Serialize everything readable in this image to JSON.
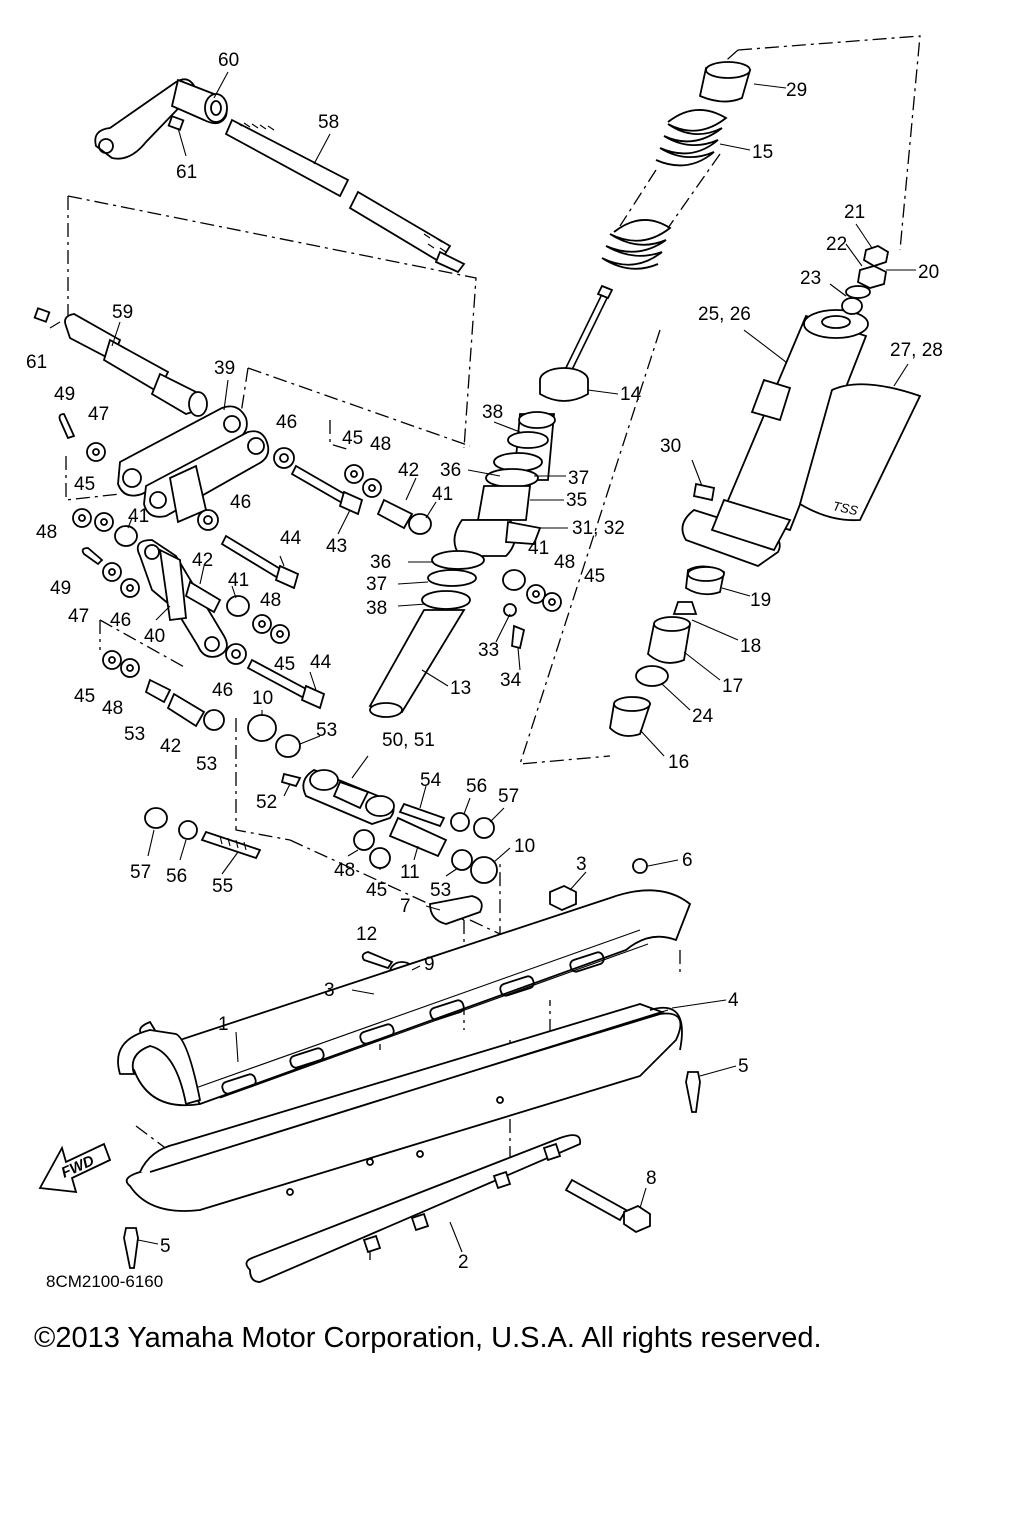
{
  "diagram": {
    "callouts": {
      "c1": "1",
      "c2": "2",
      "c3a": "3",
      "c3b": "3",
      "c4": "4",
      "c5a": "5",
      "c5b": "5",
      "c6": "6",
      "c7": "7",
      "c8": "8",
      "c9": "9",
      "c10a": "10",
      "c10b": "10",
      "c11": "11",
      "c12": "12",
      "c13": "13",
      "c14": "14",
      "c15": "15",
      "c16": "16",
      "c17": "17",
      "c18": "18",
      "c19": "19",
      "c20": "20",
      "c21": "21",
      "c22": "22",
      "c23": "23",
      "c24": "24",
      "c2526": "25, 26",
      "c2728": "27, 28",
      "c29": "29",
      "c30": "30",
      "c3132": "31, 32",
      "c33": "33",
      "c34": "34",
      "c35": "35",
      "c36a": "36",
      "c36b": "36",
      "c37a": "37",
      "c37b": "37",
      "c38a": "38",
      "c38b": "38",
      "c39": "39",
      "c40": "40",
      "c41a": "41",
      "c41b": "41",
      "c41c": "41",
      "c41d": "41",
      "c42a": "42",
      "c42b": "42",
      "c42c": "42",
      "c43": "43",
      "c44a": "44",
      "c44b": "44",
      "c45a": "45",
      "c45b": "45",
      "c45c": "45",
      "c45d": "45",
      "c45e": "45",
      "c45f": "45",
      "c46a": "46",
      "c46b": "46",
      "c46c": "46",
      "c46d": "46",
      "c47a": "47",
      "c47b": "47",
      "c48a": "48",
      "c48b": "48",
      "c48c": "48",
      "c48d": "48",
      "c48e": "48",
      "c48f": "48",
      "c49a": "49",
      "c49b": "49",
      "c5051": "50, 51",
      "c52": "52",
      "c53a": "53",
      "c53b": "53",
      "c53c": "53",
      "c53d": "53",
      "c54": "54",
      "c55": "55",
      "c56a": "56",
      "c56b": "56",
      "c57a": "57",
      "c57b": "57",
      "c58": "58",
      "c59": "59",
      "c60": "60",
      "c61a": "61",
      "c61b": "61"
    },
    "drawing_code": "8CM2100-6160",
    "fwd_label": "FWD",
    "shock_brand": "TSS"
  },
  "copyright": "©2013 Yamaha Motor Corporation, U.S.A. All rights reserved."
}
